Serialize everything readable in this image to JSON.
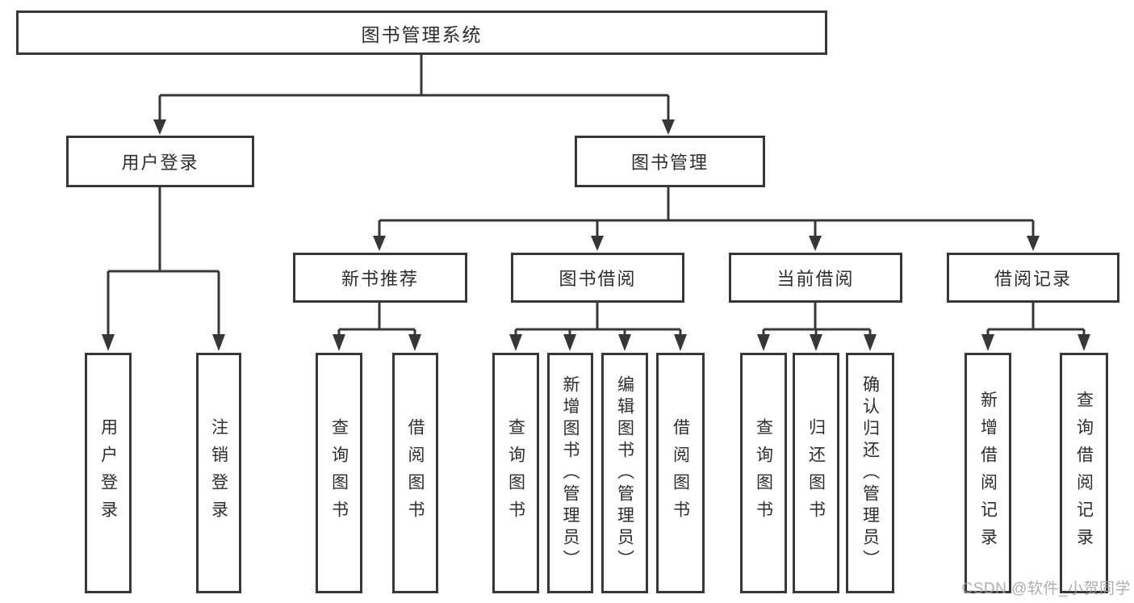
{
  "diagram": {
    "root": {
      "label": "图书管理系统"
    },
    "level2": [
      {
        "id": "user-login",
        "label": "用户登录"
      },
      {
        "id": "book-management",
        "label": "图书管理"
      }
    ],
    "level3": [
      {
        "id": "new-book-recommend",
        "label": "新书推荐",
        "parent": "book-management"
      },
      {
        "id": "book-borrow",
        "label": "图书借阅",
        "parent": "book-management"
      },
      {
        "id": "current-borrow",
        "label": "当前借阅",
        "parent": "book-management"
      },
      {
        "id": "borrow-records",
        "label": "借阅记录",
        "parent": "book-management"
      }
    ],
    "leaves": [
      {
        "parent": "user-login",
        "label": "用户登录"
      },
      {
        "parent": "user-login",
        "label": "注销登录"
      },
      {
        "parent": "new-book-recommend",
        "label": "查询图书"
      },
      {
        "parent": "new-book-recommend",
        "label": "借阅图书"
      },
      {
        "parent": "book-borrow",
        "label": "查询图书"
      },
      {
        "parent": "book-borrow",
        "label": "新增图书（管理员）"
      },
      {
        "parent": "book-borrow",
        "label": "编辑图书（管理员）"
      },
      {
        "parent": "book-borrow",
        "label": "借阅图书"
      },
      {
        "parent": "current-borrow",
        "label": "查询图书"
      },
      {
        "parent": "current-borrow",
        "label": "归还图书"
      },
      {
        "parent": "current-borrow",
        "label": "确认归还（管理员）"
      },
      {
        "parent": "borrow-records",
        "label": "新增借阅记录"
      },
      {
        "parent": "borrow-records",
        "label": "查询借阅记录"
      }
    ]
  },
  "watermark": {
    "text": "CSDN @软件_小贺同学"
  },
  "colors": {
    "line": "#373737",
    "box_border": "#373737",
    "text": "#2d2d2d",
    "watermark_text": "#9f9f9f",
    "background": "#ffffff"
  }
}
